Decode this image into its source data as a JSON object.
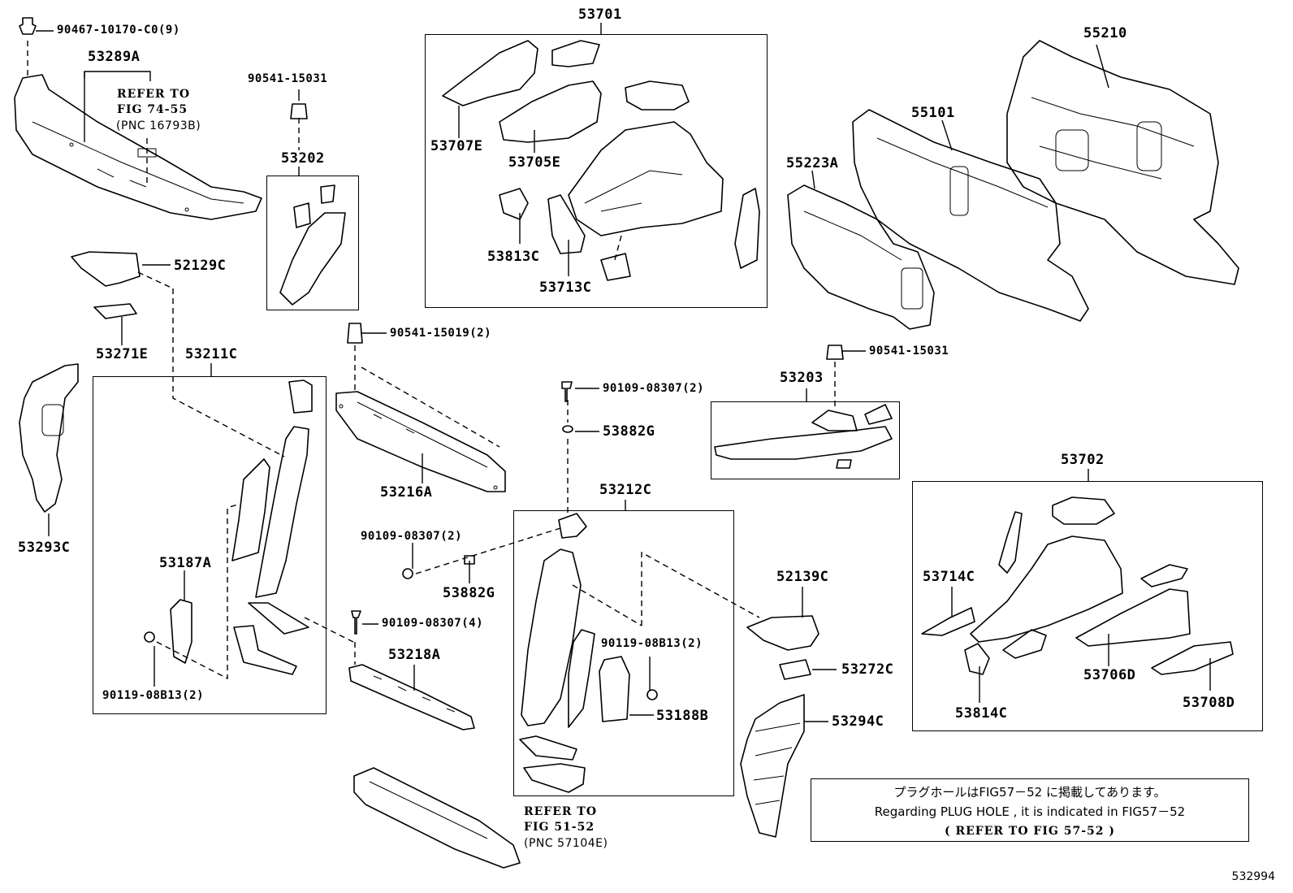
{
  "labels": {
    "p90467": "90467-10170-C0(9)",
    "p53289A": "53289A",
    "refer74_1": "REFER TO",
    "refer74_2": "FIG 74-55",
    "pnc16793": "(PNC 16793B)",
    "p90541a": "90541-15031",
    "p53202": "53202",
    "p52129C": "52129C",
    "p53271E": "53271E",
    "p53293C": "53293C",
    "p53211C": "53211C",
    "p53187A": "53187A",
    "p90119a": "90119-08B13(2)",
    "p53701": "53701",
    "p53707E": "53707E",
    "p53705E": "53705E",
    "p53813C": "53813C",
    "p53713C": "53713C",
    "p55210": "55210",
    "p55101": "55101",
    "p55223A": "55223A",
    "p90541b": "90541-15019(2)",
    "p53216A": "53216A",
    "p90109a": "90109-08307(2)",
    "p53882Ga": "53882G",
    "p90541c": "90541-15031",
    "p53203": "53203",
    "p53212C": "53212C",
    "p90109b": "90109-08307(2)",
    "p53882Gb": "53882G",
    "p90109c": "90109-08307(4)",
    "p53218A": "53218A",
    "p52139C": "52139C",
    "p90119b": "90119-08B13(2)",
    "p53272C": "53272C",
    "p53188B": "53188B",
    "p53294C": "53294C",
    "p53702": "53702",
    "p53714C": "53714C",
    "p53706D": "53706D",
    "p53708D": "53708D",
    "p53814C": "53814C",
    "refer51_1": "REFER TO",
    "refer51_2": "FIG 51-52",
    "pnc57104": "(PNC 57104E)"
  },
  "note": {
    "line1": "プラグホールはFIG57－52 に掲載してあります。",
    "line2": "Regarding PLUG HOLE , it is indicated in FIG57－52",
    "line3": "(   REFER TO FIG 57-52 )"
  },
  "figure_id": "532994"
}
